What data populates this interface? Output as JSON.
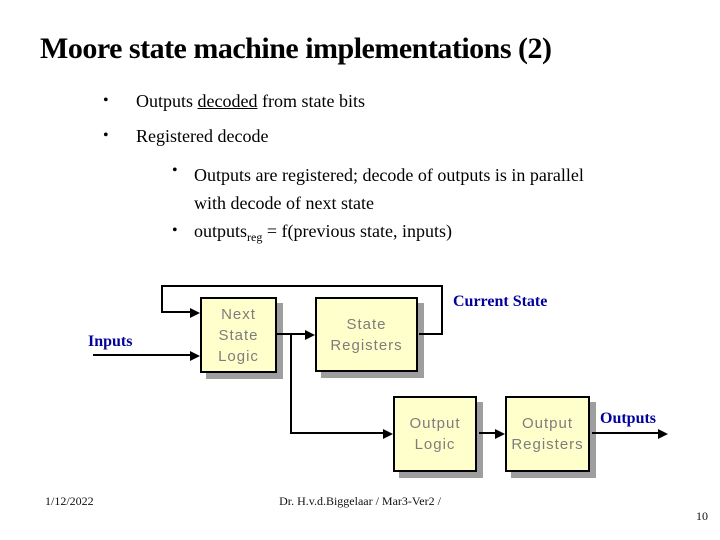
{
  "slide": {
    "title": "Moore state machine implementations (2)",
    "bullets": {
      "b1": {
        "pre": "Outputs ",
        "underlined": "decoded",
        "post": " from state bits"
      },
      "b2": "Registered decode",
      "b3": "Outputs are registered; decode of outputs is in parallel with decode of next state",
      "b4": {
        "base": "outputs",
        "sub": "reg",
        "rest": " = f(previous state, inputs)"
      }
    },
    "diagram": {
      "boxes": [
        {
          "id": "next-state-logic",
          "lines": [
            "Next",
            "State",
            "Logic"
          ]
        },
        {
          "id": "state-registers",
          "lines": [
            "State",
            "Registers"
          ]
        },
        {
          "id": "output-logic",
          "lines": [
            "Output",
            "Logic"
          ]
        },
        {
          "id": "output-registers",
          "lines": [
            "Output",
            "Registers"
          ]
        }
      ],
      "labels": {
        "inputs": "Inputs",
        "current_state": "Current State",
        "outputs": "Outputs"
      },
      "colors": {
        "box_fill": "#ffffcc",
        "box_border": "#000000",
        "box_text": "#7d7d7d",
        "box_shadow": "#9e9e9e",
        "label_blue": "#00009b",
        "wire": "#000000"
      }
    },
    "footer": {
      "date": "1/12/2022",
      "credit": "Dr. H.v.d.Biggelaar / Mar3-Ver2 /",
      "page_number": "10"
    }
  }
}
